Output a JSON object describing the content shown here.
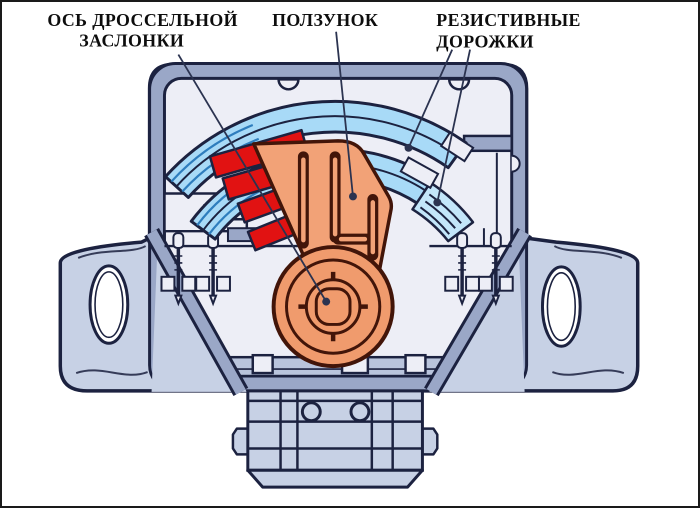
{
  "diagram": {
    "description": "Cutaway diagram of a throttle position sensor",
    "callouts": {
      "axis": {
        "line1": "ОСЬ ДРОССЕЛЬНОЙ",
        "line2": "ЗАСЛОНКИ"
      },
      "slider": {
        "line1": "ПОЛЗУНОК"
      },
      "tracks": {
        "line1": "РЕЗИСТИВНЫЕ",
        "line2": "ДОРОЖКИ"
      }
    },
    "colors": {
      "bg": "#ffffff",
      "border": "#1a1a1a",
      "ink": "#1c2240",
      "body": "#c7d1e5",
      "frame": "#9aa7c7",
      "cavity": "#edeef6",
      "base": "#b9c4dc",
      "track": "#a8daf7",
      "track_nest": "#c3e6fa",
      "track_line": "#2e7dbd",
      "red": "#e11212",
      "orange": "#f2a277",
      "orange_deep": "#f09b6d",
      "orange_ink": "#421509",
      "leader": "#2b3350",
      "label": "#0d0d0d"
    }
  }
}
